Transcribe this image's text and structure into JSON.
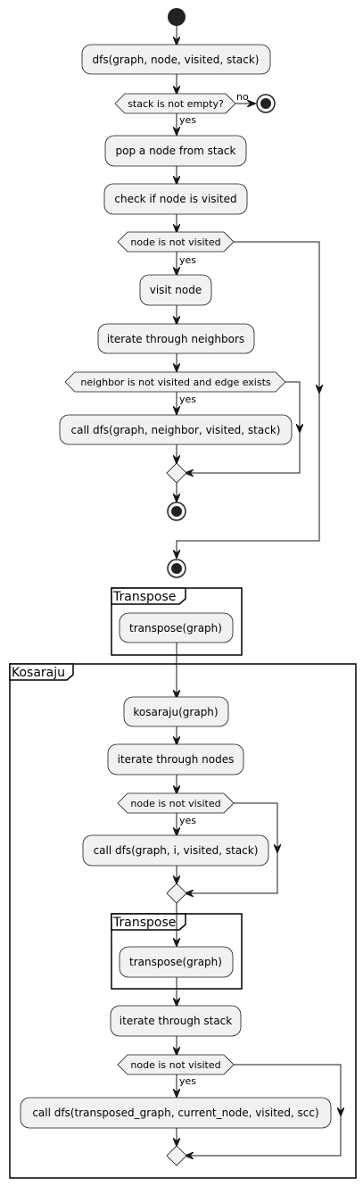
{
  "nodes": {
    "dfs_call": "dfs(graph, node, visited, stack)",
    "pop_node": "pop a node from stack",
    "check_visited": "check if node is visited",
    "visit_node": "visit node",
    "iterate_neighbors": "iterate through neighbors",
    "call_dfs_neighbor": "call dfs(graph, neighbor, visited, stack)",
    "transpose_1": "transpose(graph)",
    "kosaraju_call": "kosaraju(graph)",
    "iterate_nodes": "iterate through nodes",
    "call_dfs_i": "call dfs(graph, i, visited, stack)",
    "transpose_2": "transpose(graph)",
    "iterate_stack": "iterate through stack",
    "call_dfs_transposed": "call dfs(transposed_graph, current_node, visited, scc)"
  },
  "conditions": {
    "stack_not_empty": "stack is not empty?",
    "node_not_visited_1": "node is not visited",
    "neighbor_condition": "neighbor is not visited and edge exists",
    "node_not_visited_2": "node is not visited",
    "node_not_visited_3": "node is not visited"
  },
  "edge_labels": {
    "no": "no",
    "yes": "yes"
  },
  "frames": {
    "transpose_outer": "Transpose",
    "kosaraju": "Kosaraju",
    "transpose_inner": "Transpose"
  },
  "colors": {
    "node_fill": "#f1f1f1",
    "stroke": "#181818",
    "start_stop": "#222222"
  }
}
